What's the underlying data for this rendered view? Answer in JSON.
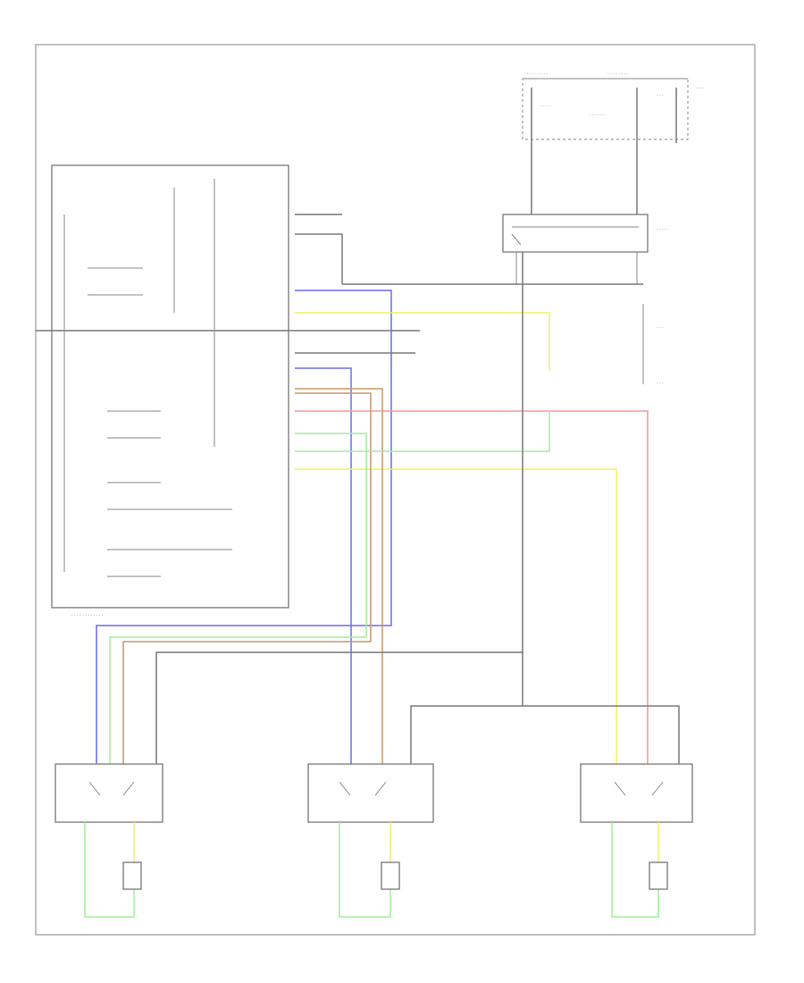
{
  "diagram": {
    "footer_code": "",
    "colors": {
      "blue": "#6f6ff0",
      "yellow": "#f1f06a",
      "red": "#f29a9a",
      "green": "#9ff09a",
      "brown": "#c79a6a",
      "gray": "#7a7a7a"
    },
    "components": [
      {
        "id": "master-switch",
        "label": ""
      },
      {
        "id": "rear-right-switch",
        "label": ""
      },
      {
        "id": "left-rear-switch",
        "label": ""
      },
      {
        "id": "right-rear-switch",
        "label": ""
      },
      {
        "id": "relay-box",
        "label": ""
      },
      {
        "id": "fuse-box",
        "label": ""
      }
    ]
  }
}
